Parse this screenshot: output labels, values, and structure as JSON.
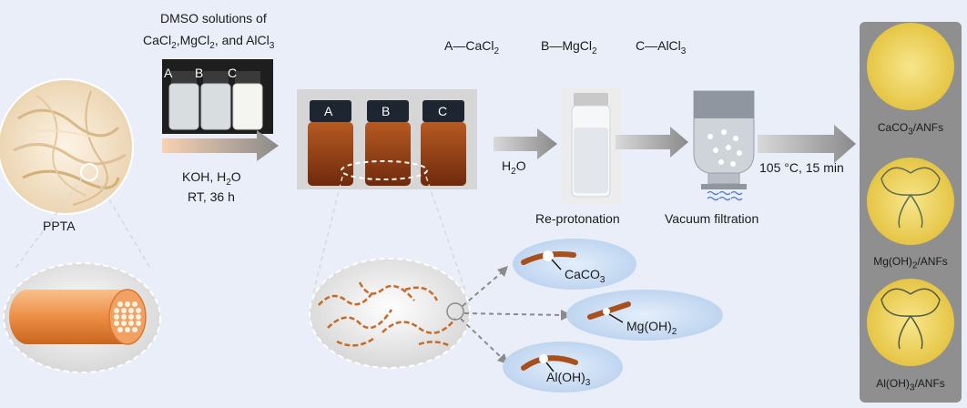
{
  "colors": {
    "background": "#e9eef9",
    "arrow": "#8f8f8f",
    "arrow_light": "#f6c9a6",
    "amber": "#8a3a12",
    "fiber_orange": "#e98a3e",
    "ellipse_blue": "#c9ddf3",
    "film_yellow": "#f2dc6e",
    "panel_gray": "#8f8f8f"
  },
  "labels": {
    "dmso_line1": "DMSO solutions of",
    "dmso_line2_html": "CaCl<sub>2</sub>,MgCl<sub>2</sub>, and AlCl<sub>3</sub>",
    "legend_a_html": "A—CaCl<sub>2</sub>",
    "legend_b_html": "B—MgCl<sub>2</sub>",
    "legend_c_html": "C—AlCl<sub>3</sub>",
    "step1_line1_html": "KOH, H<sub>2</sub>O",
    "step1_line2": "RT, 36 h",
    "step2_html": "H<sub>2</sub>O",
    "step3": "105 °C, 15 min",
    "pp_ta": "PPTA",
    "reprotonation": "Re-protonation",
    "vacuum": "Vacuum filtration",
    "vial_a": "A",
    "vial_b": "B",
    "vial_c": "C",
    "caco3_html": "CaCO<sub>3</sub>",
    "mgoh2_html": "Mg(OH)<sub>2</sub>",
    "aloh3_html": "Al(OH)<sub>3</sub>",
    "film1_html": "CaCO<sub>3</sub>/ANFs",
    "film2_html": "Mg(OH)<sub>2</sub>/ANFs",
    "film3_html": "Al(OH)<sub>3</sub>/ANFs"
  }
}
